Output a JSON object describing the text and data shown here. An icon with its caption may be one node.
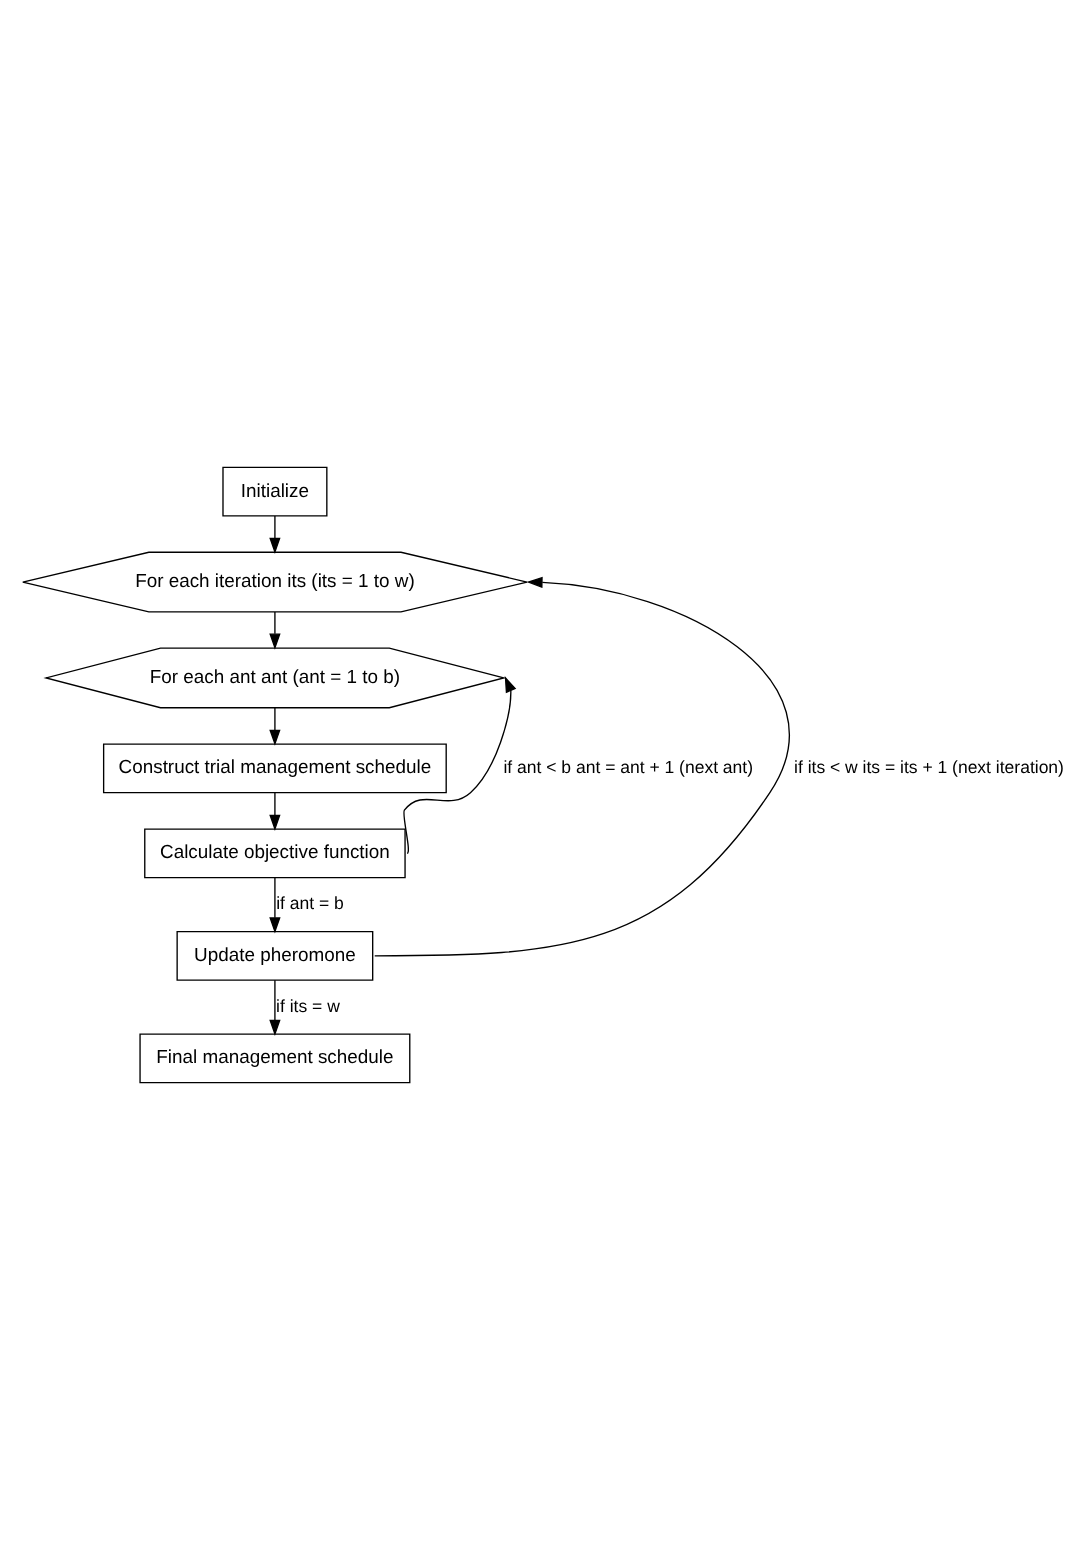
{
  "diagram": {
    "nodes": [
      {
        "text": [
          "Initialize"
        ]
      },
      {
        "text": [
          "For each iteration its (its = 1 to w)"
        ]
      },
      {
        "text": [
          "For each ant ant (ant = 1 to b)"
        ]
      },
      {
        "text": [
          "Construct trial management schedule"
        ]
      },
      {
        "text": [
          "Calculate objective function"
        ]
      },
      {
        "text": [
          "Update pheromone"
        ]
      },
      {
        "text": [
          "Final management schedule"
        ]
      }
    ],
    "edges": [
      {
        "from": 0,
        "to": 1,
        "arrow": "to"
      },
      {
        "from": 1,
        "to": 2,
        "arrow": "to"
      },
      {
        "from": 2,
        "to": 3,
        "arrow": "to"
      },
      {
        "from": 3,
        "to": 4,
        "arrow": "to"
      },
      {
        "from": 4,
        "to": 2,
        "arrow": "to",
        "label": "if ant < b ant = ant + 1 (next ant)"
      },
      {
        "from": 4,
        "to": 5,
        "arrow": "to",
        "label": "if ant = b"
      },
      {
        "from": 5,
        "to": 1,
        "arrow": "to",
        "label": "if its < w its = its + 1 (next iteration)"
      },
      {
        "from": 5,
        "to": 6,
        "arrow": "to",
        "label": "if its = w"
      }
    ]
  }
}
